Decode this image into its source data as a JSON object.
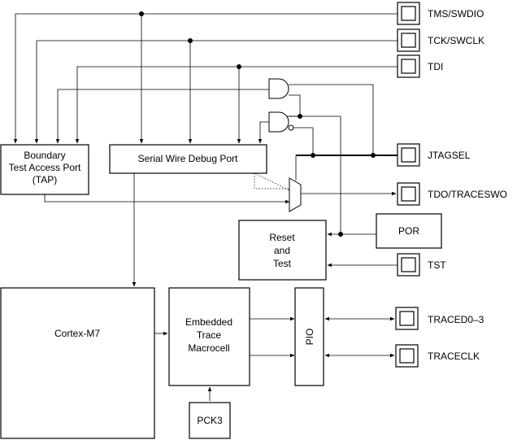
{
  "blocks": {
    "tap": [
      "Boundary",
      "Test  Access Port",
      "(TAP)"
    ],
    "swdp": "Serial Wire Debug Port",
    "reset_test": [
      "Reset",
      "and",
      "Test"
    ],
    "por": "POR",
    "cortex": "Cortex-M7",
    "etm": [
      "Embedded",
      "Trace",
      "Macrocell"
    ],
    "pio": "PIO",
    "pck3": "PCK3"
  },
  "pins": {
    "tms": "TMS/SWDIO",
    "tck": "TCK/SWCLK",
    "tdi": "TDI",
    "jtagsel": "JTAGSEL",
    "tdo": "TDO/TRACESWO",
    "tst": "TST",
    "traced": "TRACED0–3",
    "traceclk": "TRACECLK"
  }
}
